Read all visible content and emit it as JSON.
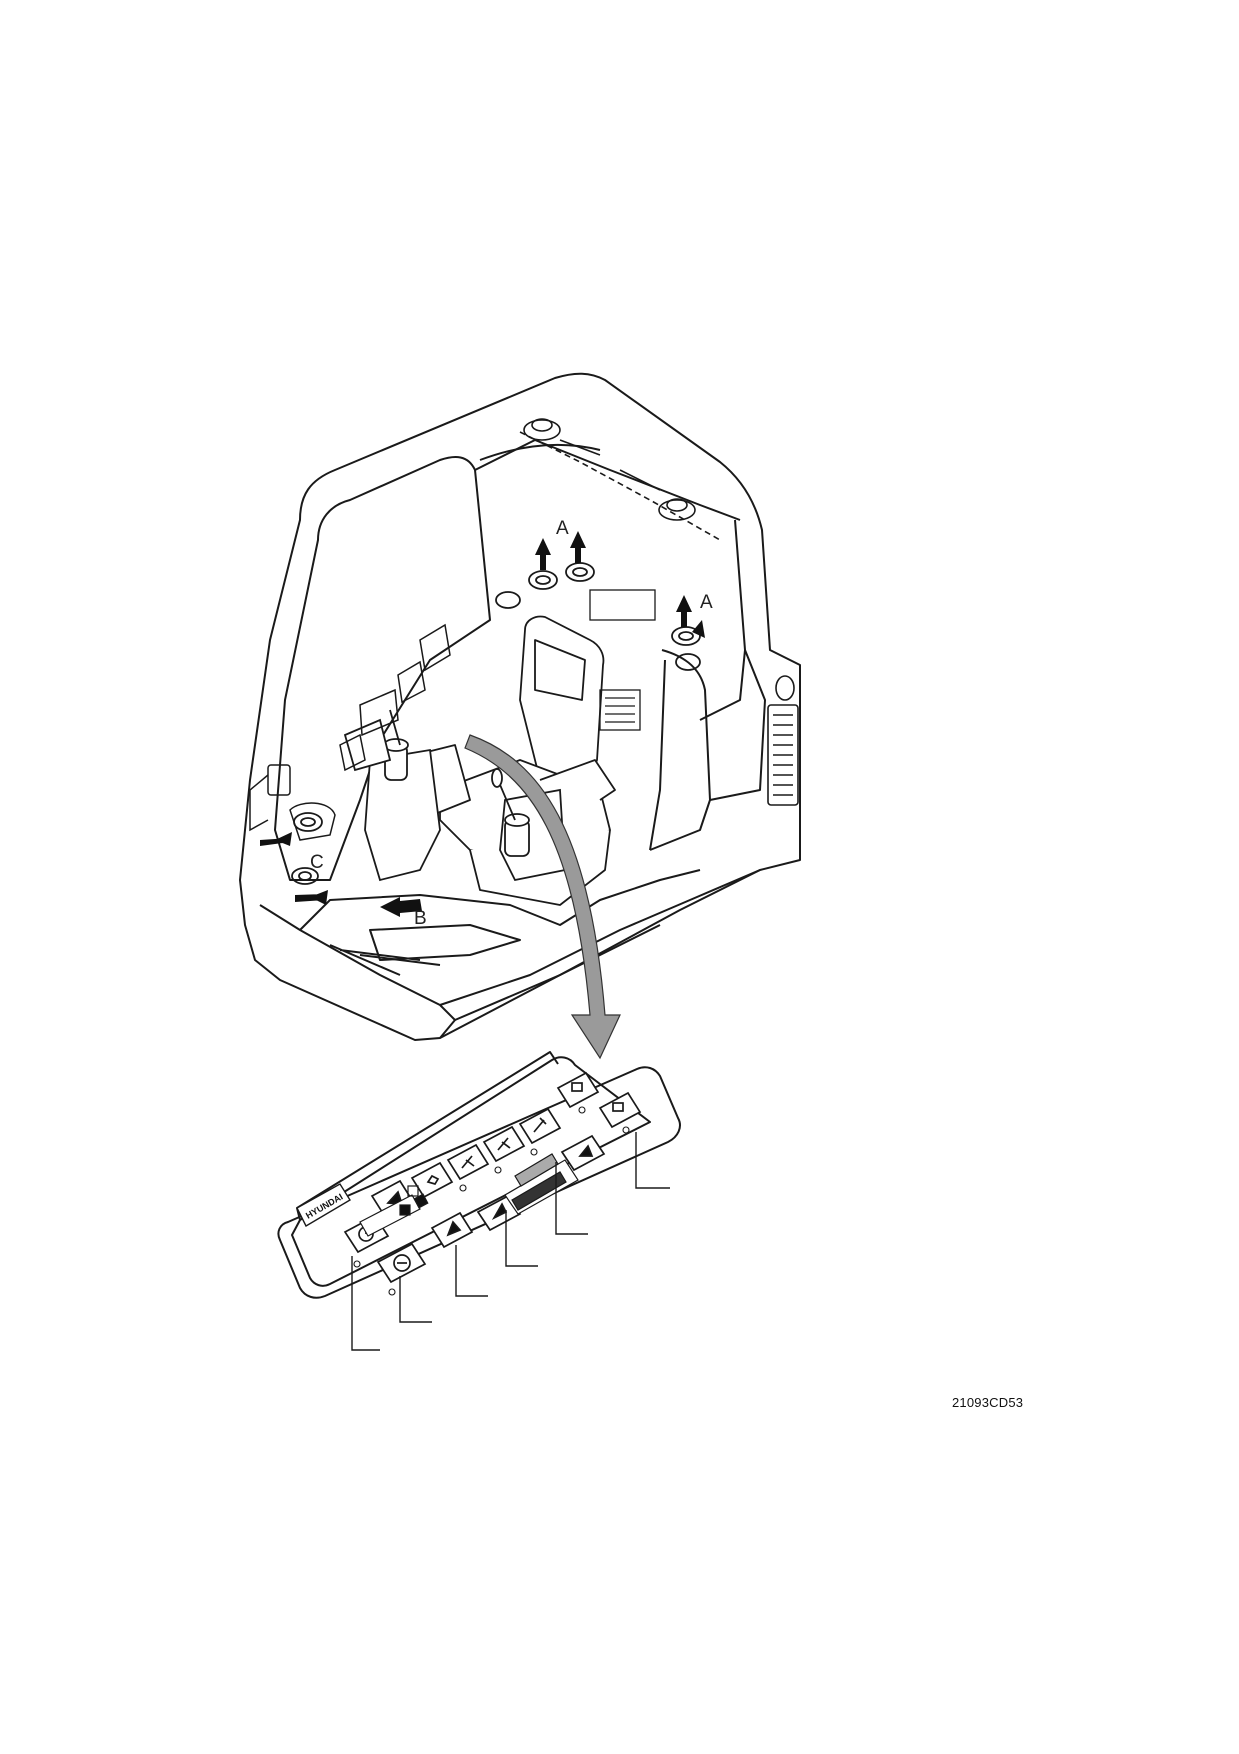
{
  "figure_id": "21093CD53",
  "callouts": {
    "vent_a1": "A",
    "vent_a2": "A",
    "vent_b": "B",
    "vent_c": "C"
  },
  "panel": {
    "brand_text": "HYUNDAI"
  },
  "colors": {
    "line": "#1a1a1a",
    "arrow_fill": "#9a9a9a",
    "arrow_stroke": "#333333"
  }
}
